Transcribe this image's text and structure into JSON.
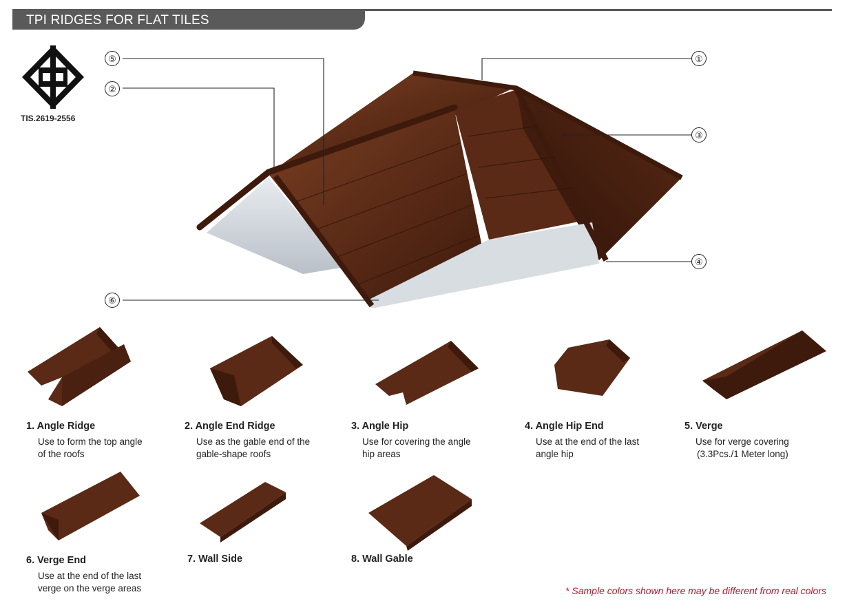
{
  "header": {
    "title": "TPI RIDGES FOR FLAT TILES"
  },
  "certification": {
    "standard": "TIS.2619-2556",
    "logo": "tis-certification-logo"
  },
  "colors": {
    "tile": "#5a2a16",
    "tile_dark": "#3e1a0c",
    "tile_light": "#7a3e22",
    "header_bar": "#5a5a5a",
    "note": "#c8102e"
  },
  "diagram": {
    "callouts": [
      {
        "label": "①"
      },
      {
        "label": "②"
      },
      {
        "label": "③"
      },
      {
        "label": "④"
      },
      {
        "label": "⑤"
      },
      {
        "label": "⑥"
      }
    ]
  },
  "products": [
    {
      "title": "1. Angle Ridge",
      "desc1": "Use to form the top angle",
      "desc2": "of the roofs"
    },
    {
      "title": "2. Angle End Ridge",
      "desc1": "Use as the gable end of the",
      "desc2": "gable-shape roofs"
    },
    {
      "title": "3. Angle Hip",
      "desc1": "Use for covering the angle",
      "desc2": "hip areas"
    },
    {
      "title": "4. Angle Hip End",
      "desc1": "Use at the end of the last",
      "desc2": "angle hip"
    },
    {
      "title": "5. Verge",
      "desc1": "Use for verge covering",
      "desc2": "(3.3Pcs./1 Meter long)"
    },
    {
      "title": "6. Verge End",
      "desc1": "Use at the end of the last",
      "desc2": "verge on the verge areas"
    },
    {
      "title": "7. Wall Side",
      "desc1": "",
      "desc2": ""
    },
    {
      "title": "8. Wall Gable",
      "desc1": "",
      "desc2": ""
    }
  ],
  "note": "* Sample colors shown here may be different from real colors"
}
